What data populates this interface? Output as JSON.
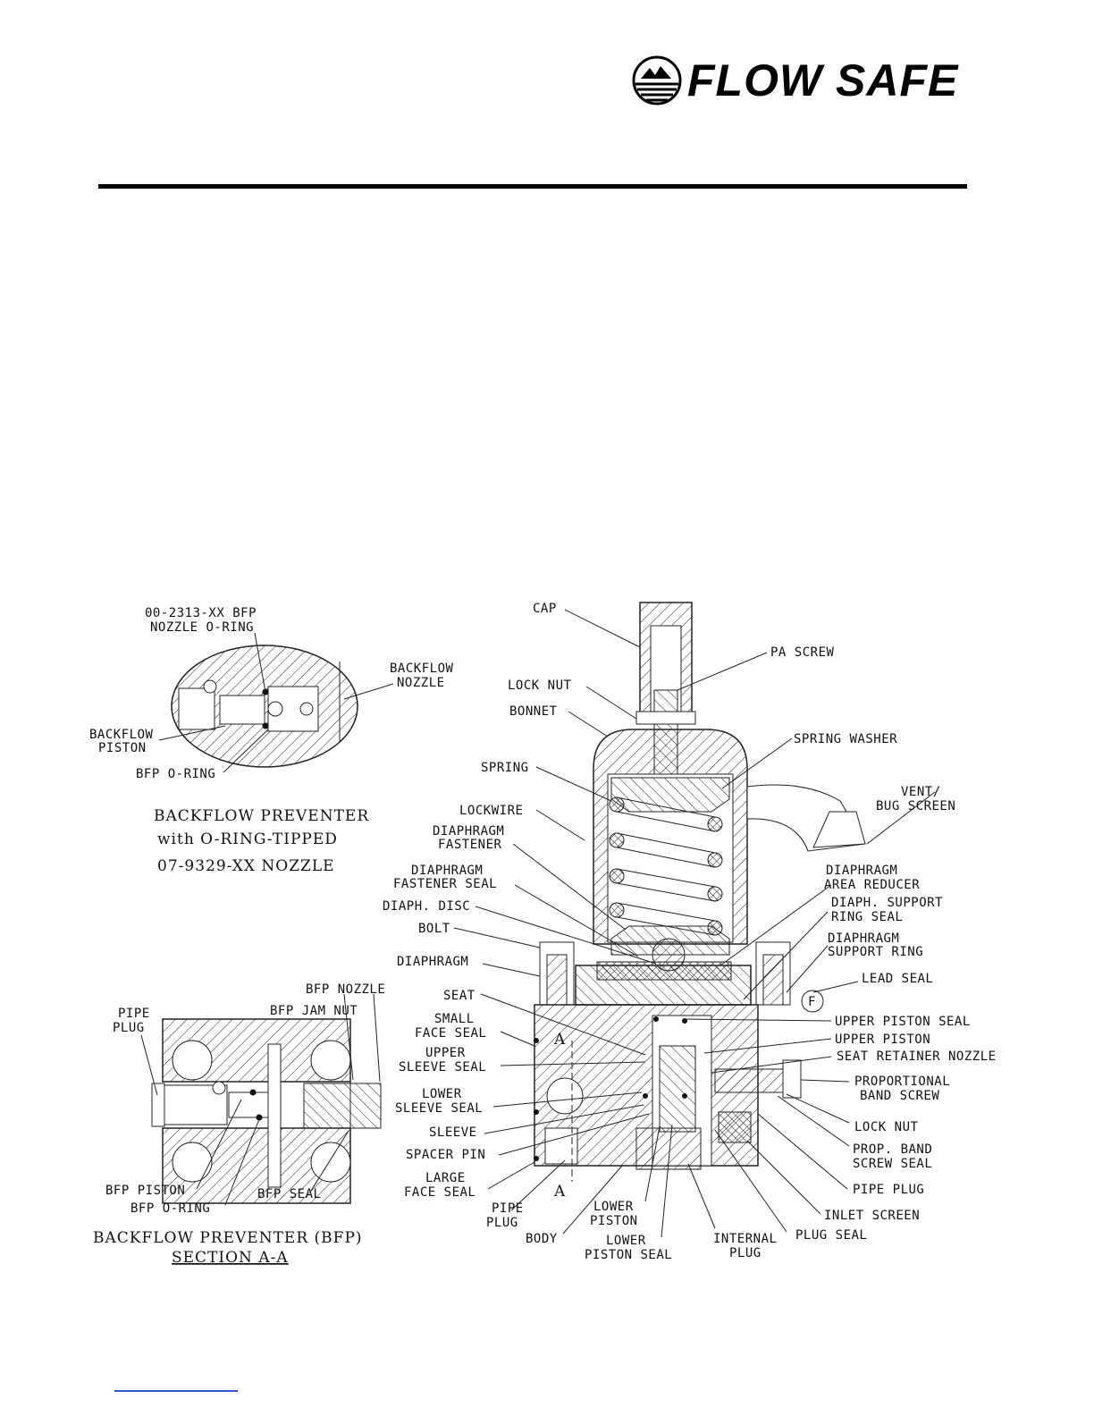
{
  "brand": {
    "name": "FLOW SAFE"
  },
  "detail_top": {
    "caption": [
      "BACKFLOW PREVENTER",
      "with O-RING-TIPPED",
      "07-9329-XX NOZZLE"
    ],
    "labels": [
      "00-2313-XX BFP",
      "NOZZLE O-RING",
      "BACKFLOW",
      "NOZZLE",
      "BACKFLOW",
      "PISTON",
      "BFP O-RING"
    ]
  },
  "detail_bottom": {
    "caption": [
      "BACKFLOW PREVENTER (BFP)",
      "SECTION A-A"
    ],
    "labels": [
      "BFP NOZZLE",
      "BFP JAM NUT",
      "PIPE",
      "PLUG",
      "BFP PISTON",
      "BFP O-RING",
      "BFP SEAL"
    ]
  },
  "main_labels_left": [
    "CAP",
    "LOCK NUT",
    "BONNET",
    "SPRING",
    "LOCKWIRE",
    "DIAPHRAGM",
    "FASTENER",
    "DIAPHRAGM",
    "FASTENER SEAL",
    "DIAPH. DISC",
    "BOLT",
    "DIAPHRAGM",
    "SEAT",
    "SMALL",
    "FACE SEAL",
    "UPPER",
    "SLEEVE SEAL",
    "LOWER",
    "SLEEVE SEAL",
    "SLEEVE",
    "SPACER PIN",
    "LARGE",
    "FACE SEAL",
    "PIPE",
    "PLUG",
    "BODY",
    "LOWER",
    "PISTON",
    "LOWER",
    "PISTON SEAL",
    "INTERNAL",
    "PLUG"
  ],
  "main_labels_right": [
    "PA SCREW",
    "SPRING WASHER",
    "VENT/",
    "BUG SCREEN",
    "DIAPHRAGM",
    "AREA REDUCER",
    "DIAPH. SUPPORT",
    "RING SEAL",
    "DIAPHRAGM",
    "SUPPORT RING",
    "LEAD SEAL",
    "UPPER PISTON SEAL",
    "UPPER PISTON",
    "SEAT RETAINER NOZZLE",
    "PROPORTIONAL",
    "BAND SCREW",
    "LOCK NUT",
    "PROP. BAND",
    "SCREW SEAL",
    "PIPE PLUG",
    "INLET SCREEN",
    "PLUG SEAL"
  ],
  "section_marks": [
    "A",
    "A"
  ],
  "lead_seal_letter": "F"
}
